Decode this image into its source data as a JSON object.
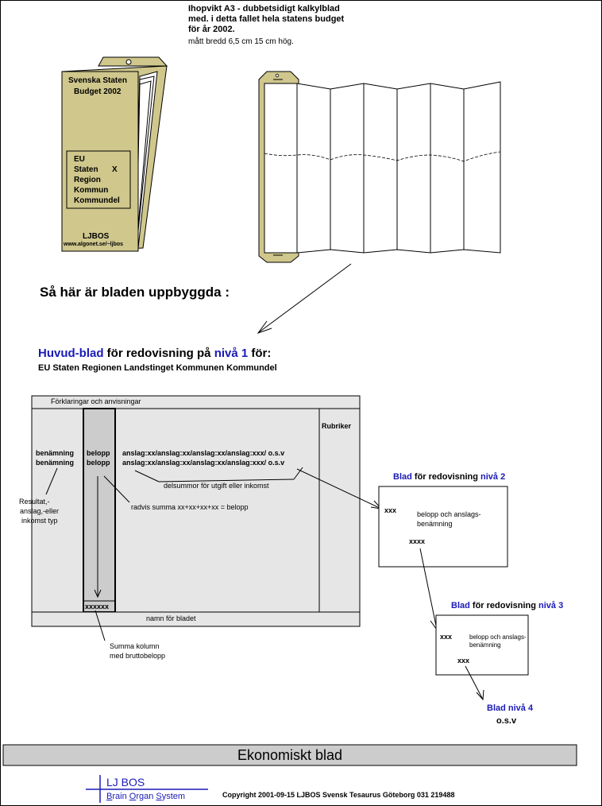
{
  "intro": {
    "line1": "Ihopvikt A3 - dubbetsidigt kalkylblad",
    "line2": "med. i detta fallet hela statens budget",
    "line3": "för år 2002.",
    "line4": "mått bredd 6,5 cm   15 cm hög."
  },
  "folder": {
    "title1": "Svenska Staten",
    "title2": "Budget 2002",
    "options": [
      "EU",
      "Staten",
      "Region",
      "Kommun",
      "Kommundel"
    ],
    "mark": "X",
    "brand": "LJBOS",
    "url": "www.algonet.se/~ljbos"
  },
  "structure_heading": "Så här är bladen uppbyggda :",
  "main_heading": {
    "part1": "Huvud-blad",
    "part2": " för redovisning på ",
    "part3": "nivå 1",
    "part4": " för:",
    "sub": "EU Staten Regionen Landstinget Kommunen Kommundel"
  },
  "sheet": {
    "header": "Förklaringar och anvisningar",
    "rubriker": "Rubriker",
    "ben1": "benämning",
    "ben2": "benämning",
    "bel1": "belopp",
    "bel2": "belopp",
    "anslag1": "anslag:xx/anslag:xx/anslag:xx/anslag:xxx/  o.s.v",
    "anslag2": "anslag:xx/anslag:xx/anslag:xx/anslag:xxx/  o.s.v",
    "delsummor": "delsummor för utgift eller inkomst",
    "radvis": "radvis summa xx+xx+xx+xx = belopp",
    "resultat1": "Resultat,-",
    "resultat2": "anslag,-eller",
    "resultat3": "inkomst typ",
    "xsum": "xxxxxx",
    "footer": "namn för bladet",
    "summa1": "Summa kolumn",
    "summa2": "med bruttobelopp"
  },
  "level2": {
    "heading_a": "Blad",
    "heading_b": " för redovisning ",
    "heading_c": "nivå 2",
    "xxx": "xxx",
    "desc1": "belopp och anslags-",
    "desc2": "benämning",
    "xxxx": "xxxx"
  },
  "level3": {
    "heading_a": "Blad",
    "heading_b": " för redovisning ",
    "heading_c": "nivå 3",
    "xxx": "xxx",
    "desc1": "belopp och anslags-",
    "desc2": "benämning",
    "xxx2": "xxx"
  },
  "level4": {
    "heading": "Blad  nivå 4",
    "osv": "o.s.v"
  },
  "banner": "Ekonomiskt  blad",
  "footer": {
    "logo_line1": "LJ BOS",
    "logo_b": "B",
    "logo_rain": "rain ",
    "logo_o": "O",
    "logo_rgan": "rgan ",
    "logo_s": "S",
    "logo_ystem": "ystem",
    "copyright": "Copyright  2001-09-15  LJBOS  Svensk  Tesaurus   Göteborg  031  219488"
  },
  "colors": {
    "folder": "#cfc78c",
    "sheet_grey": "#e6e6e6",
    "column_grey": "#cccccc",
    "banner_grey": "#cccccc",
    "blue": "#1a1ab8"
  }
}
